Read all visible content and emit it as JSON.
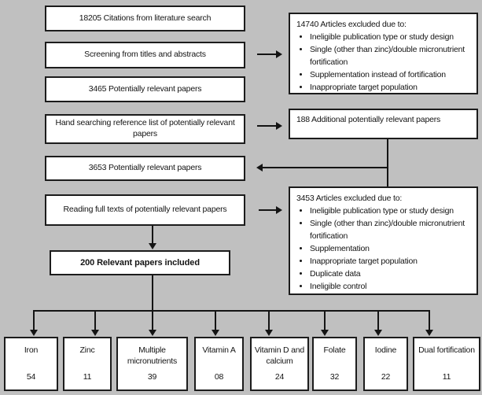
{
  "colors": {
    "background": "#c0c0c0",
    "box_fill": "#ffffff",
    "line": "#141414"
  },
  "flow": {
    "citations": "18205 Citations from literature search",
    "screening": "Screening from titles and abstracts",
    "relevant_initial": "3465 Potentially relevant papers",
    "hand_search": "Hand searching reference list of potentially relevant papers",
    "relevant_merged": "3653 Potentially relevant papers",
    "full_text": "Reading full texts of potentially relevant papers",
    "included": "200 Relevant papers included",
    "additional": "188 Additional potentially relevant papers",
    "exclusion_first": {
      "title": "14740 Articles excluded due to:",
      "items": [
        "Ineligible publication type or study design",
        "Single (other than zinc)/double micronutrient fortification",
        "Supplementation instead of fortification",
        "Inappropriate target population"
      ]
    },
    "exclusion_second": {
      "title": "3453 Articles excluded due to:",
      "items": [
        "Ineligible publication type or study design",
        "Single (other than zinc)/double micronutrient fortification",
        "Supplementation",
        "Inappropriate target population",
        "Duplicate data",
        "Ineligible control"
      ]
    },
    "categories": [
      {
        "label": "Iron",
        "count": "54"
      },
      {
        "label": "Zinc",
        "count": "11"
      },
      {
        "label": "Multiple micronutrients",
        "count": "39"
      },
      {
        "label": "Vitamin A",
        "count": "08"
      },
      {
        "label": "Vitamin D and calcium",
        "count": "24"
      },
      {
        "label": "Folate",
        "count": "32"
      },
      {
        "label": "Iodine",
        "count": "22"
      },
      {
        "label": "Dual fortification",
        "count": "11"
      }
    ]
  }
}
